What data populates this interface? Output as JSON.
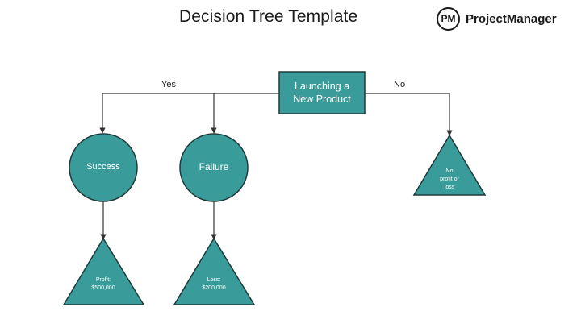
{
  "title": "Decision Tree Template",
  "brand": {
    "initials": "PM",
    "name": "ProjectManager"
  },
  "colors": {
    "node_fill": "#3a9c9a",
    "node_stroke": "#1f3a3a",
    "connector": "#333333"
  },
  "tree": {
    "root": "Launching a\nNew Product",
    "branches": {
      "yes": "Yes",
      "no": "No"
    },
    "outcome_success": "Success",
    "outcome_failure": "Failure",
    "leaf_profit": "Profit:\n$500,000",
    "leaf_loss": "Loss:\n$200,000",
    "leaf_no": "No\nprofit or\nloss"
  }
}
